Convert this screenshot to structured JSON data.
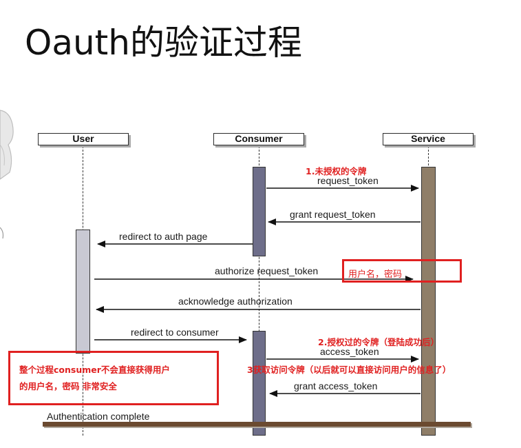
{
  "title": "Oauth的验证过程",
  "actors": {
    "user": "User",
    "consumer": "Consumer",
    "service": "Service"
  },
  "messages": {
    "request_token": "request_token",
    "grant_request_token": "grant request_token",
    "redirect_auth": "redirect to auth page",
    "authorize_request_token": "authorize request_token",
    "acknowledge": "acknowledge authorization",
    "redirect_consumer": "redirect to consumer",
    "access_token": "access_token",
    "grant_access_token": "grant access_token",
    "auth_complete": "Authentication complete"
  },
  "annotations": {
    "step1": "1.未授权的令牌",
    "credentials": "用户名，密码",
    "step2": "2.授权过的令牌（登陆成功后）",
    "step3": "3获取访问令牌（以后就可以直接访问用户的信息了）",
    "note_line1": "整个过程consumer不会直接获得用户",
    "note_line2": "的用户名，密码 非常安全"
  },
  "colors": {
    "annotation_red": "#e02020",
    "consumer_activation": "#6e6e8a",
    "user_activation": "#c9c9d3",
    "service_activation": "#8f7e68",
    "complete_bar": "#6b4a30"
  }
}
